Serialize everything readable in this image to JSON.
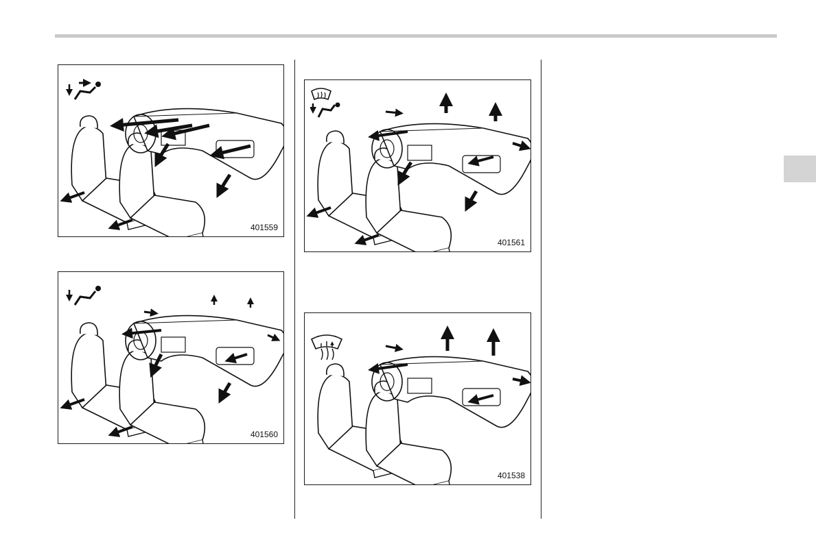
{
  "figures": [
    {
      "id": "401559",
      "mode_icon": "vent-foot-icon"
    },
    {
      "id": "401560",
      "mode_icon": "foot-icon"
    },
    {
      "id": "401561",
      "mode_icon": "defrost-foot-icon"
    },
    {
      "id": "401538",
      "mode_icon": "defrost-icon"
    }
  ],
  "colors": {
    "rule": "#c9c9c9",
    "tab": "#d4d4d4",
    "border": "#1a1a1a"
  }
}
